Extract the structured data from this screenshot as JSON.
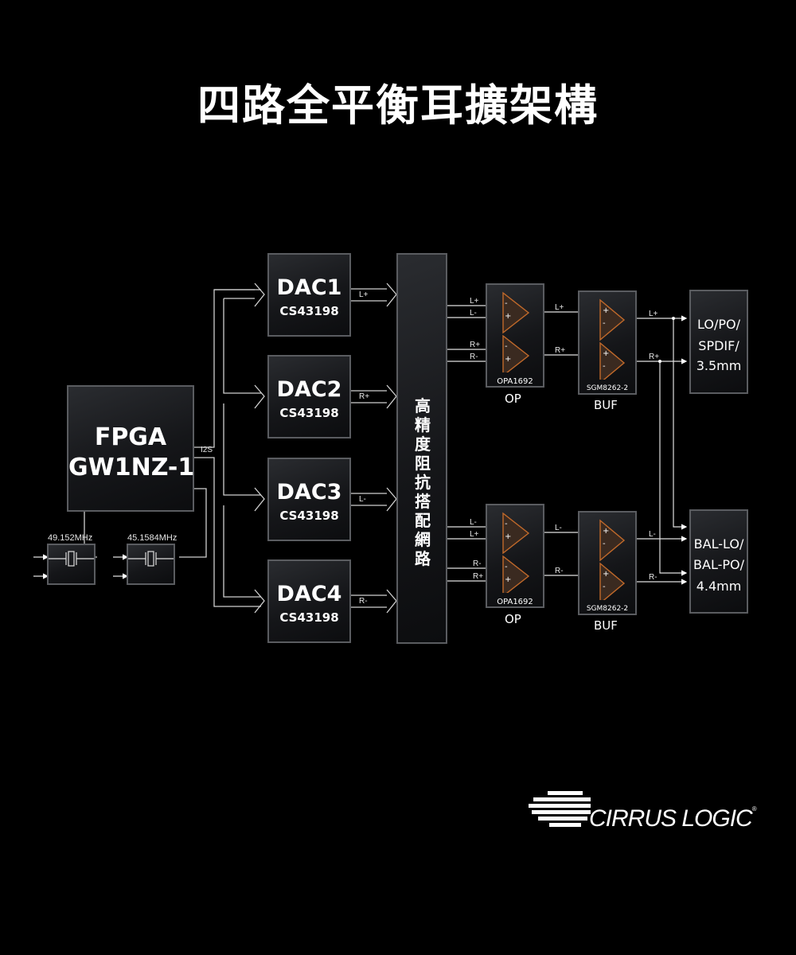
{
  "title": "四路全平衡耳擴架構",
  "fpga": {
    "line1": "FPGA",
    "line2": "GW1NZ-1",
    "bus_label": "I2S"
  },
  "oscillators": [
    {
      "freq": "49.152MHz"
    },
    {
      "freq": "45.1584MHz"
    }
  ],
  "dacs": [
    {
      "name": "DAC1",
      "chip": "CS43198",
      "output": "L+"
    },
    {
      "name": "DAC2",
      "chip": "CS43198",
      "output": "R+"
    },
    {
      "name": "DAC3",
      "chip": "CS43198",
      "output": "L-"
    },
    {
      "name": "DAC4",
      "chip": "CS43198",
      "output": "R-"
    }
  ],
  "network": {
    "label": "高精度阻抗搭配網路"
  },
  "op_stages": [
    {
      "chip": "OPA1692",
      "caption": "OP",
      "inputs": [
        "L+",
        "L-",
        "R+",
        "R-"
      ],
      "outputs": [
        "L+",
        "R+"
      ]
    },
    {
      "chip": "OPA1692",
      "caption": "OP",
      "inputs": [
        "L-",
        "L+",
        "R-",
        "R+"
      ],
      "outputs": [
        "L-",
        "R-"
      ]
    }
  ],
  "buf_stages": [
    {
      "chip": "SGM8262-2",
      "caption": "BUF",
      "outputs": [
        "L+",
        "R+"
      ]
    },
    {
      "chip": "SGM8262-2",
      "caption": "BUF",
      "outputs": [
        "L-",
        "R-"
      ]
    }
  ],
  "opamp_signs": {
    "plus": "+",
    "minus": "-"
  },
  "outputs": [
    {
      "lines": [
        "LO/PO/",
        "SPDIF/",
        "3.5mm"
      ]
    },
    {
      "lines": [
        "BAL-LO/",
        "BAL-PO/",
        "4.4mm"
      ]
    }
  ],
  "logo": {
    "text": "CIRRUS LOGIC",
    "mark": "®"
  },
  "colors": {
    "background": "#000000",
    "amp_stroke": "#c0692a",
    "amp_fill": "#3a2a20",
    "line": "#d8d8d8",
    "box_border": "#5a5c60"
  }
}
